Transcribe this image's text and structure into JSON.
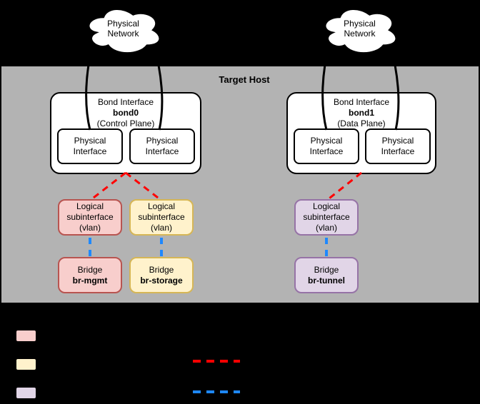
{
  "diagram": {
    "title_context": "network-bonding-diagram",
    "cloud_label": {
      "line1": "Physical",
      "line2": "Network"
    },
    "target_host": {
      "label": "Target Host"
    },
    "bonds": [
      {
        "title": "Bond Interface",
        "name": "bond0",
        "plane": "(Control Plane)"
      },
      {
        "title": "Bond Interface",
        "name": "bond1",
        "plane": "(Data Plane)"
      }
    ],
    "physical_interface_label": {
      "line1": "Physical",
      "line2": "Interface"
    },
    "subinterface_label": {
      "line1": "Logical",
      "line2": "subinterface",
      "line3": "(vlan)"
    },
    "subinterfaces": [
      {
        "color": "pink"
      },
      {
        "color": "yellow"
      },
      {
        "color": "purple"
      }
    ],
    "bridges": [
      {
        "label": "Bridge",
        "name": "br-mgmt",
        "color": "pink"
      },
      {
        "label": "Bridge",
        "name": "br-storage",
        "color": "yellow"
      },
      {
        "label": "Bridge",
        "name": "br-tunnel",
        "color": "purple"
      }
    ],
    "legend": {
      "swatches": [
        {
          "name": "pink",
          "fill": "#f8cecc",
          "stroke": "#b85450"
        },
        {
          "name": "yellow",
          "fill": "#fff2cc",
          "stroke": "#d6b656"
        },
        {
          "name": "purple",
          "fill": "#e1d5e7",
          "stroke": "#9673a6"
        }
      ],
      "lines": [
        {
          "name": "red-dashed",
          "color": "#ff0000"
        },
        {
          "name": "blue-dashed",
          "color": "#1e88ff"
        }
      ]
    },
    "colors": {
      "background": "#000000",
      "host_fill": "#b3b3b3",
      "box_fill": "#ffffff",
      "outline": "#000000",
      "red_dash": "#ff0000",
      "blue_dash": "#1e88ff"
    }
  }
}
